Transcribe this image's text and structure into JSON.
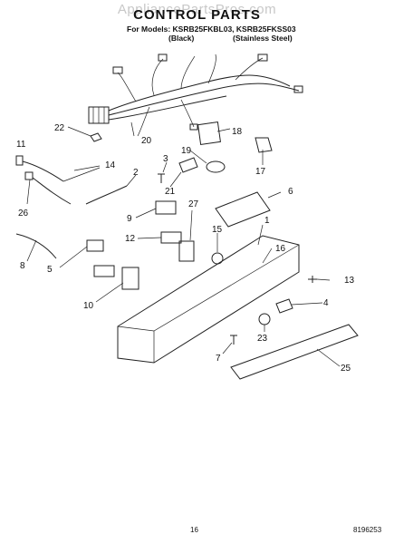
{
  "watermark": "AppliancePartsPros.com",
  "title": "CONTROL PARTS",
  "models_line": "For Models: KSRB25FKBL03, KSRB25FKSS03",
  "variant_black": "(Black)",
  "variant_stainless": "(Stainless Steel)",
  "page_number": "16",
  "document_number": "8196253",
  "callouts": [
    {
      "id": "c1",
      "label": "1"
    },
    {
      "id": "c2",
      "label": "2"
    },
    {
      "id": "c3",
      "label": "3"
    },
    {
      "id": "c4",
      "label": "4"
    },
    {
      "id": "c5",
      "label": "5"
    },
    {
      "id": "c6",
      "label": "6"
    },
    {
      "id": "c7",
      "label": "7"
    },
    {
      "id": "c8",
      "label": "8"
    },
    {
      "id": "c9",
      "label": "9"
    },
    {
      "id": "c10",
      "label": "10"
    },
    {
      "id": "c11",
      "label": "11"
    },
    {
      "id": "c12",
      "label": "12"
    },
    {
      "id": "c13",
      "label": "13"
    },
    {
      "id": "c14",
      "label": "14"
    },
    {
      "id": "c15",
      "label": "15"
    },
    {
      "id": "c16",
      "label": "16"
    },
    {
      "id": "c17",
      "label": "17"
    },
    {
      "id": "c18",
      "label": "18"
    },
    {
      "id": "c19",
      "label": "19"
    },
    {
      "id": "c20",
      "label": "20"
    },
    {
      "id": "c21",
      "label": "21"
    },
    {
      "id": "c22",
      "label": "22"
    },
    {
      "id": "c23",
      "label": "23"
    },
    {
      "id": "c25",
      "label": "25"
    },
    {
      "id": "c26",
      "label": "26"
    },
    {
      "id": "c27",
      "label": "27"
    }
  ]
}
